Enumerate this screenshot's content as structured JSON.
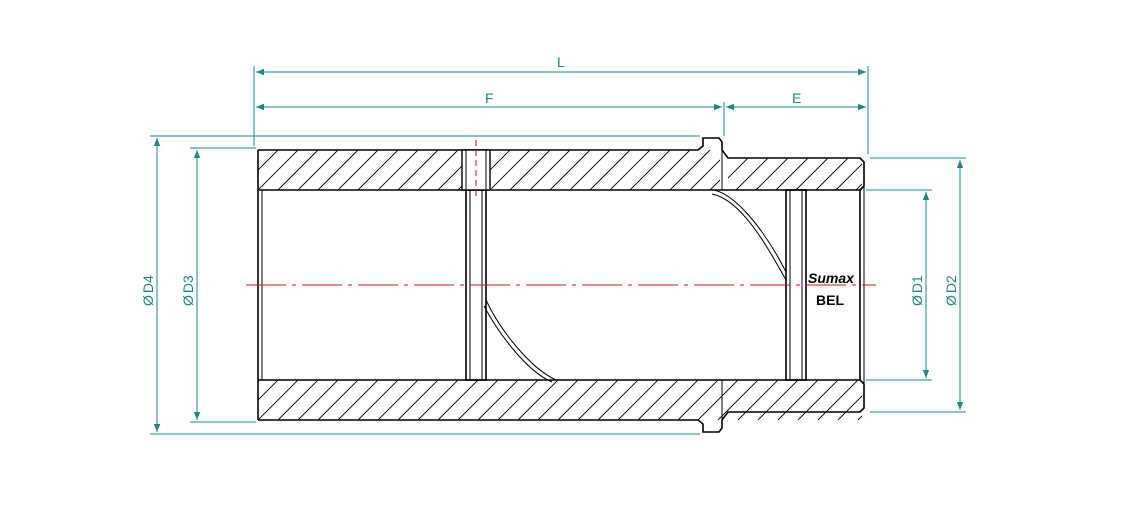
{
  "dimensions": {
    "L": "L",
    "F": "F",
    "E": "E",
    "D1": "D1",
    "D2": "D2",
    "D3": "D3",
    "D4": "D4",
    "diameter_symbol": "Ø"
  },
  "marking": {
    "brand": "Sumax",
    "code": "BEL"
  },
  "colors": {
    "dimension": "#1a8a80",
    "centerline": "#d01010",
    "outline": "#000000"
  }
}
